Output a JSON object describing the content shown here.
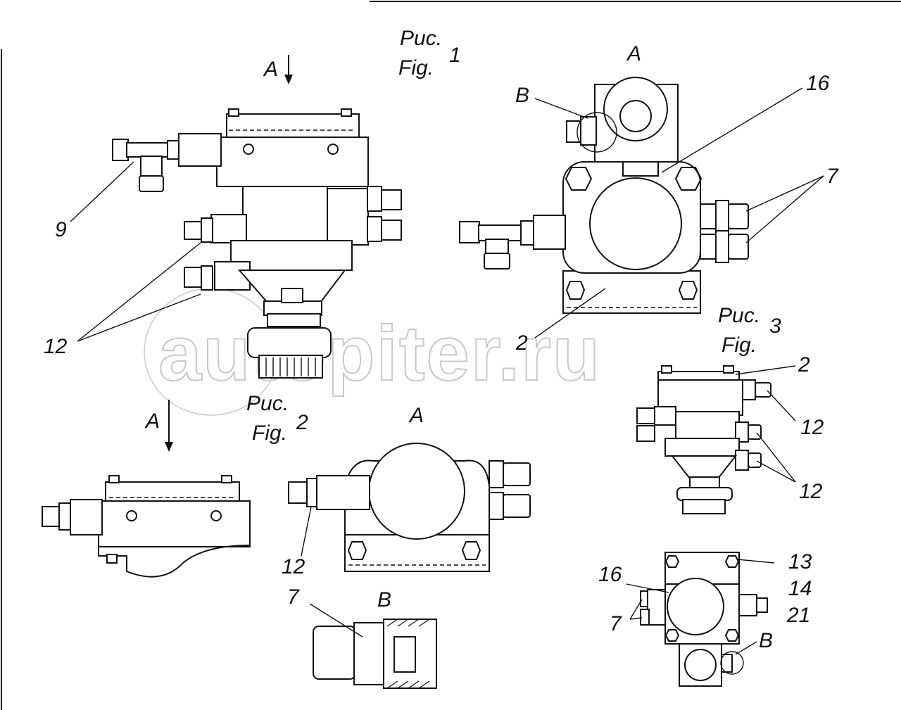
{
  "figure1": {
    "caption_ru": "Рис.",
    "caption_en": "Fig.",
    "number": "1",
    "view_arrow": "A"
  },
  "figure2": {
    "caption_ru": "Рис.",
    "caption_en": "Fig.",
    "number": "2",
    "view_arrow": "A"
  },
  "figure3": {
    "caption_ru": "Рис.",
    "caption_en": "Fig.",
    "number": "3"
  },
  "views": {
    "view_a_top": "A",
    "view_a_bottom": "A",
    "view_b_detail": "B"
  },
  "callouts": {
    "fig1_9": "9",
    "fig1_12": "12",
    "viewA_b": "B",
    "viewA_16": "16",
    "viewA_7": "7",
    "viewA_2": "2",
    "fig3_2": "2",
    "fig3_12a": "12",
    "fig3_12b": "12",
    "viewA2_12": "12",
    "detailB_7": "7",
    "fig3_16": "16",
    "fig3_13": "13",
    "fig3_14": "14",
    "fig3_21": "21",
    "fig3_7": "7",
    "fig3_b": "B"
  },
  "watermark": "autopiter.ru"
}
